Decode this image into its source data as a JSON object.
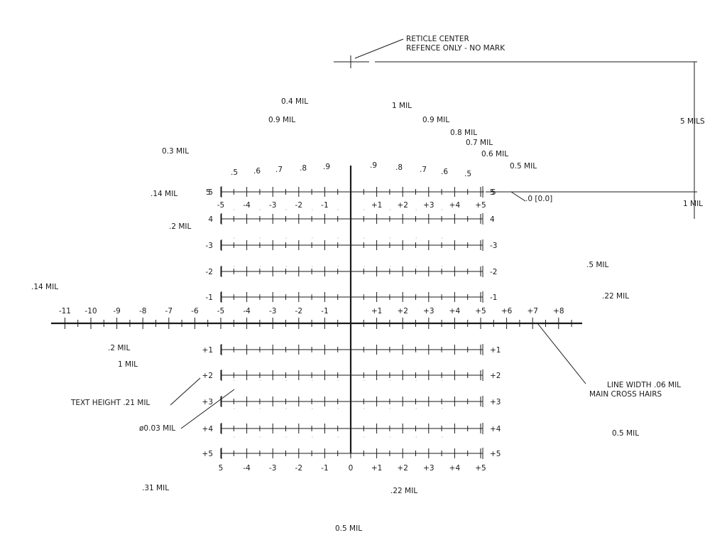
{
  "annotations": {
    "reticle_center": [
      "RETICLE CENTER",
      "REFENCE ONLY - NO MARK"
    ],
    "five_mils": "5 MILS",
    "one_mil_right": "1 MIL",
    "zero_zero": ".0 [0.0]",
    "half_mil_right": ".5 MIL",
    "p22_mil_right": ".22 MIL",
    "line_width": [
      "LINE WIDTH .06 MIL",
      "MAIN CROSS HAIRS"
    ],
    "half_mil_lower_right": "0.5 MIL",
    "p14_mil_left": ".14 MIL",
    "p2_mil_left": ".2 MIL",
    "one_mil_left": "1 MIL",
    "text_height": "TEXT HEIGHT .21 MIL",
    "phi_003": "ø0.03 MIL",
    "p31_mil": ".31 MIL",
    "p22_mil_bottom": ".22 MIL",
    "half_mil_bottom": "0.5 MIL",
    "p4_mil_top": "0.4 MIL",
    "p9_mil_top": "0.9 MIL",
    "p3_mil_top": "0.3 MIL",
    "p14_mil_top": ".14 MIL",
    "p2_mil_top": ".2 MIL",
    "one_mil_top": "1 MIL",
    "p9_mil_right": "0.9 MIL",
    "p8_mil_right": "0.8 MIL",
    "p7_mil_right": "0.7 MIL",
    "p6_mil_right": "0.6 MIL",
    "p5_mil_right": "0.5 MIL"
  },
  "stadia_left_labels": [
    ".5",
    ".6",
    ".7",
    ".8",
    ".9"
  ],
  "stadia_right_labels": [
    ".9",
    ".8",
    ".7",
    ".6",
    ".5"
  ],
  "top_scale_labels": [
    "-5",
    "-4",
    "-3",
    "-2",
    "-1",
    "+1",
    "+2",
    "+3",
    "+4",
    "+5"
  ],
  "horizontal_axis_labels": [
    "-11",
    "-10",
    "-9",
    "-8",
    "-7",
    "-6",
    "-5",
    "-4",
    "-3",
    "-2",
    "-1",
    "+1",
    "+2",
    "+3",
    "+4",
    "+5",
    "+6",
    "+7",
    "+8"
  ],
  "bottom_scale_labels": [
    "5",
    "-4",
    "-3",
    "-2",
    "-1",
    "0",
    "+1",
    "+2",
    "+3",
    "+4",
    "+5"
  ],
  "row_labels_left": [
    "5",
    "4",
    "-3",
    "-2",
    "-1",
    "+1",
    "+2",
    "+3",
    "+4",
    "+5"
  ],
  "row_labels_right": [
    "5",
    "4",
    "-3",
    "-2",
    "-1",
    "+1",
    "+2",
    "+3",
    "+4",
    "+5"
  ]
}
